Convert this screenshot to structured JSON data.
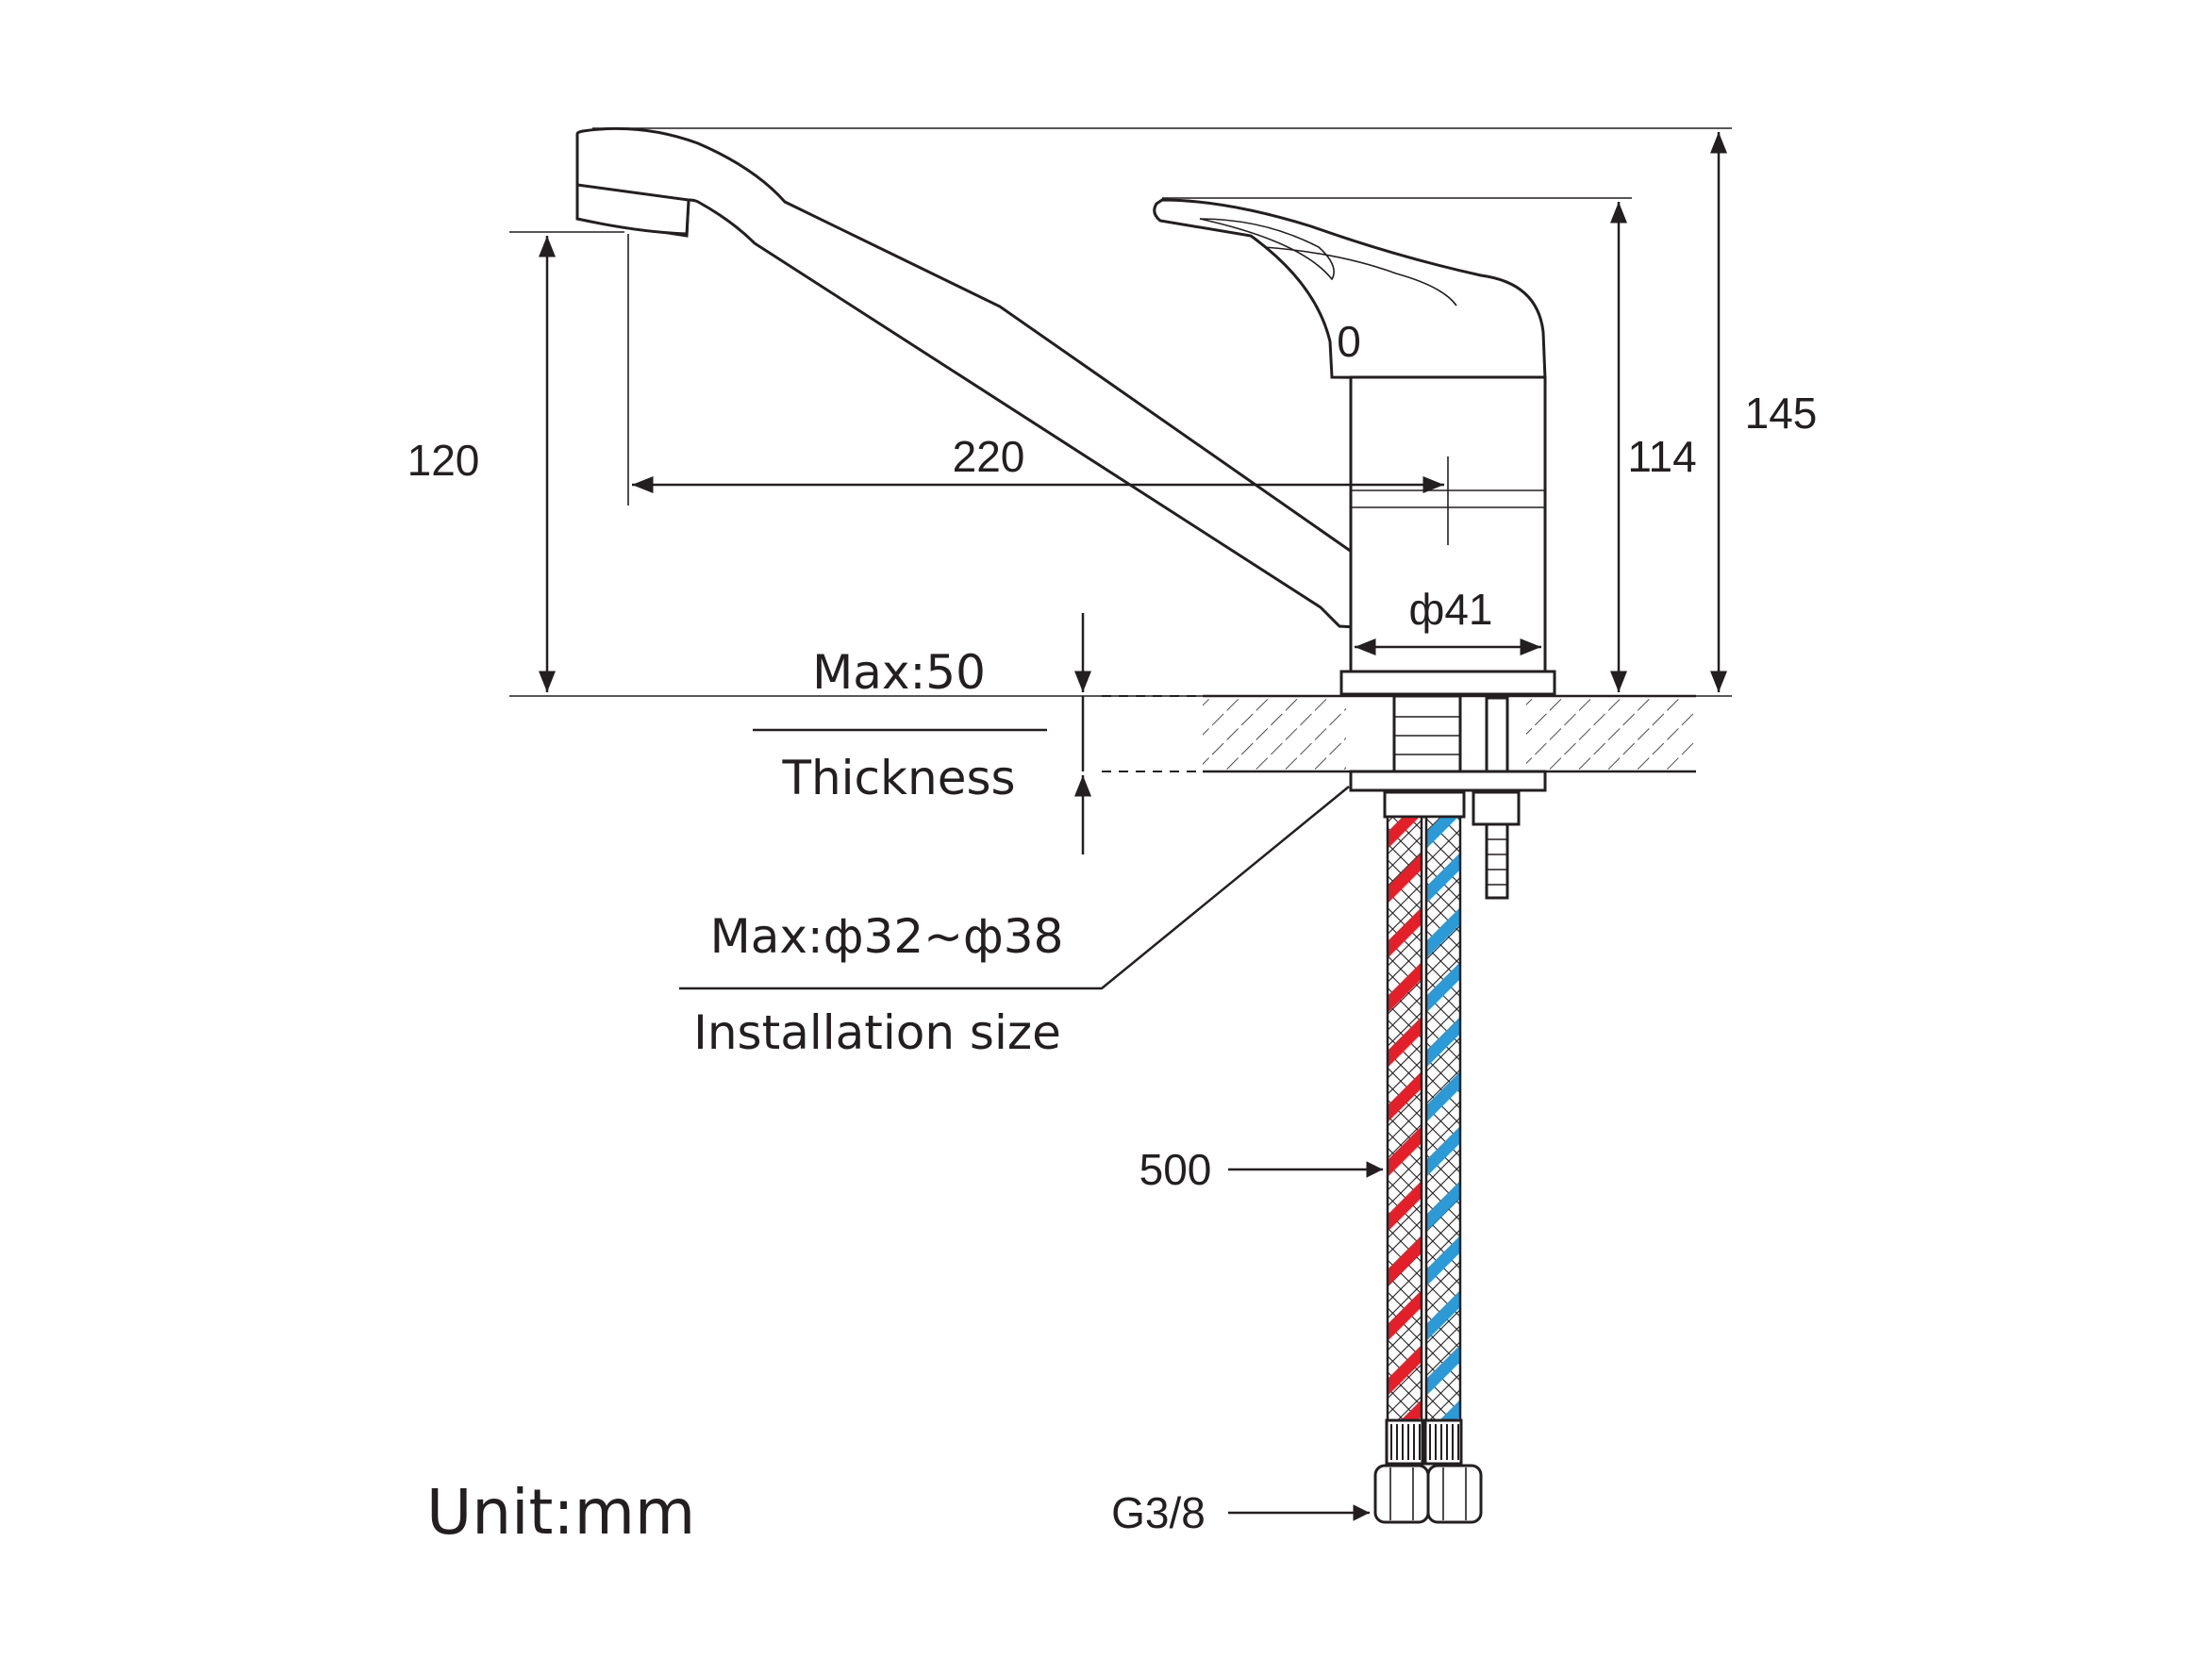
{
  "dimensions": {
    "spout_height": "120",
    "spout_reach": "220",
    "handle_height": "114",
    "total_height": "145",
    "body_diameter": "ф41",
    "max_thickness": "Max:50",
    "thickness_label": "Thickness",
    "max_hole": "Max:ф32~ф38",
    "installation_label": "Installation size",
    "hose_length": "500",
    "connector": "G3/8"
  },
  "handle_mark": "0",
  "unit": "Unit:mm",
  "colors": {
    "line": "#231f20",
    "hot_hose": "#e3202a",
    "cold_hose": "#2b9ad6",
    "background": "#ffffff"
  }
}
